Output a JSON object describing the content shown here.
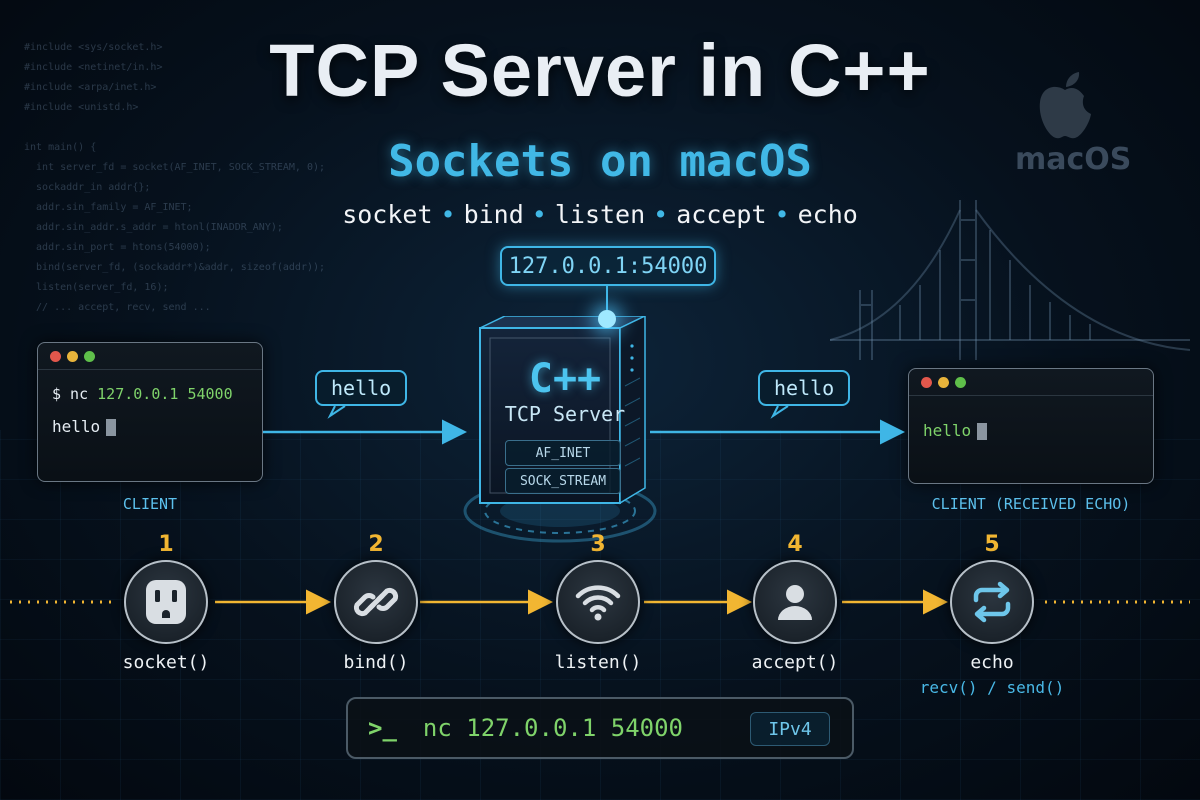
{
  "header": {
    "title": "TCP Server in C++",
    "subtitle": "Sockets on macOS",
    "steps_summary": [
      "socket",
      "bind",
      "listen",
      "accept",
      "echo"
    ]
  },
  "code_background": [
    "#include <sys/socket.h>",
    "#include <netinet/in.h>",
    "#include <arpa/inet.h>",
    "#include <unistd.h>",
    "",
    "int main() {",
    "  int server_fd = socket(AF_INET, SOCK_STREAM, 0);",
    "  sockaddr_in addr{};",
    "  addr.sin_family = AF_INET;",
    "  addr.sin_addr.s_addr = htonl(INADDR_ANY);",
    "  addr.sin_port = htons(54000);",
    "  bind(server_fd, (sockaddr*)&addr, sizeof(addr));",
    "  listen(server_fd, 16);",
    "  // ... accept, recv, send ..."
  ],
  "platform": {
    "label": "macOS",
    "icon": "apple-logo-icon"
  },
  "server": {
    "address": "127.0.0.1:54000",
    "lang": "C++",
    "name": "TCP Server",
    "chips": [
      "AF_INET",
      "SOCK_STREAM"
    ]
  },
  "client_left": {
    "prompt": "$ nc ",
    "command": "127.0.0.1 54000",
    "output": "hello",
    "label": "CLIENT"
  },
  "client_right": {
    "output": "hello",
    "label": "CLIENT (RECEIVED ECHO)"
  },
  "messages": {
    "sent": "hello",
    "echoed": "hello"
  },
  "steps": [
    {
      "number": "1",
      "label": "socket()",
      "icon": "outlet-icon"
    },
    {
      "number": "2",
      "label": "bind()",
      "icon": "link-icon"
    },
    {
      "number": "3",
      "label": "listen()",
      "icon": "wifi-icon"
    },
    {
      "number": "4",
      "label": "accept()",
      "icon": "user-icon"
    },
    {
      "number": "5",
      "label": "echo",
      "sublabel": "recv() / send()",
      "icon": "repeat-icon"
    }
  ],
  "command_bar": {
    "prompt": ">_",
    "command": "nc 127.0.0.1 54000",
    "badge": "IPv4"
  },
  "colors": {
    "accent": "#41b8e6",
    "step": "#f2b632",
    "terminal_green": "#7fd36a"
  }
}
